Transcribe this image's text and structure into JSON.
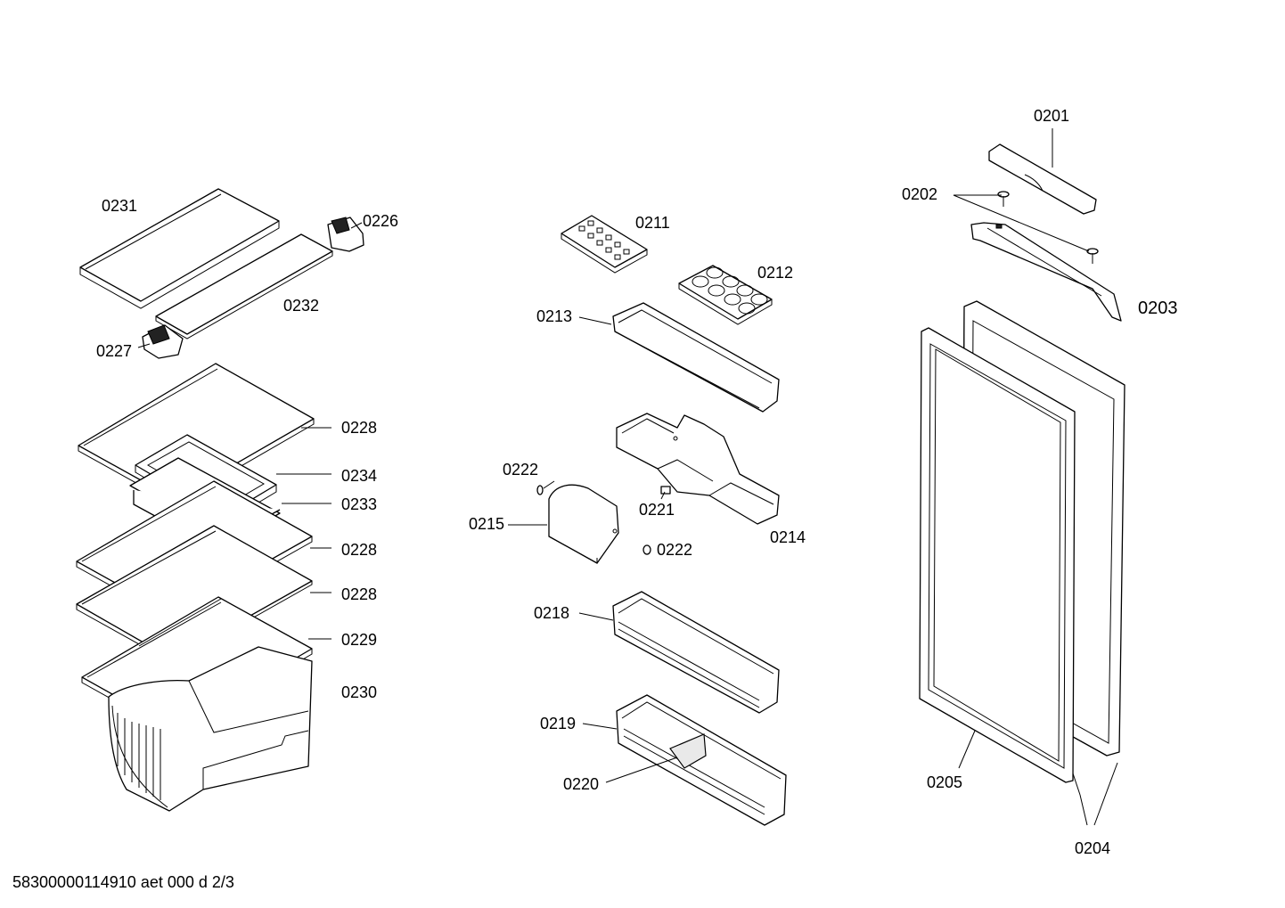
{
  "labels": {
    "p0201": "0201",
    "p0202": "0202",
    "p0203": "0203",
    "p0204": "0204",
    "p0205": "0205",
    "p0211": "0211",
    "p0212": "0212",
    "p0213": "0213",
    "p0214": "0214",
    "p0215": "0215",
    "p0218": "0218",
    "p0219": "0219",
    "p0220": "0220",
    "p0221": "0221",
    "p0222a": "0222",
    "p0222b": "0222",
    "p0226": "0226",
    "p0227": "0227",
    "p0228a": "0228",
    "p0228b": "0228",
    "p0228c": "0228",
    "p0229": "0229",
    "p0230": "0230",
    "p0231": "0231",
    "p0232": "0232",
    "p0233": "0233",
    "p0234": "0234"
  },
  "footer": {
    "code": "58300000114910 aet 000 d 2/3"
  }
}
